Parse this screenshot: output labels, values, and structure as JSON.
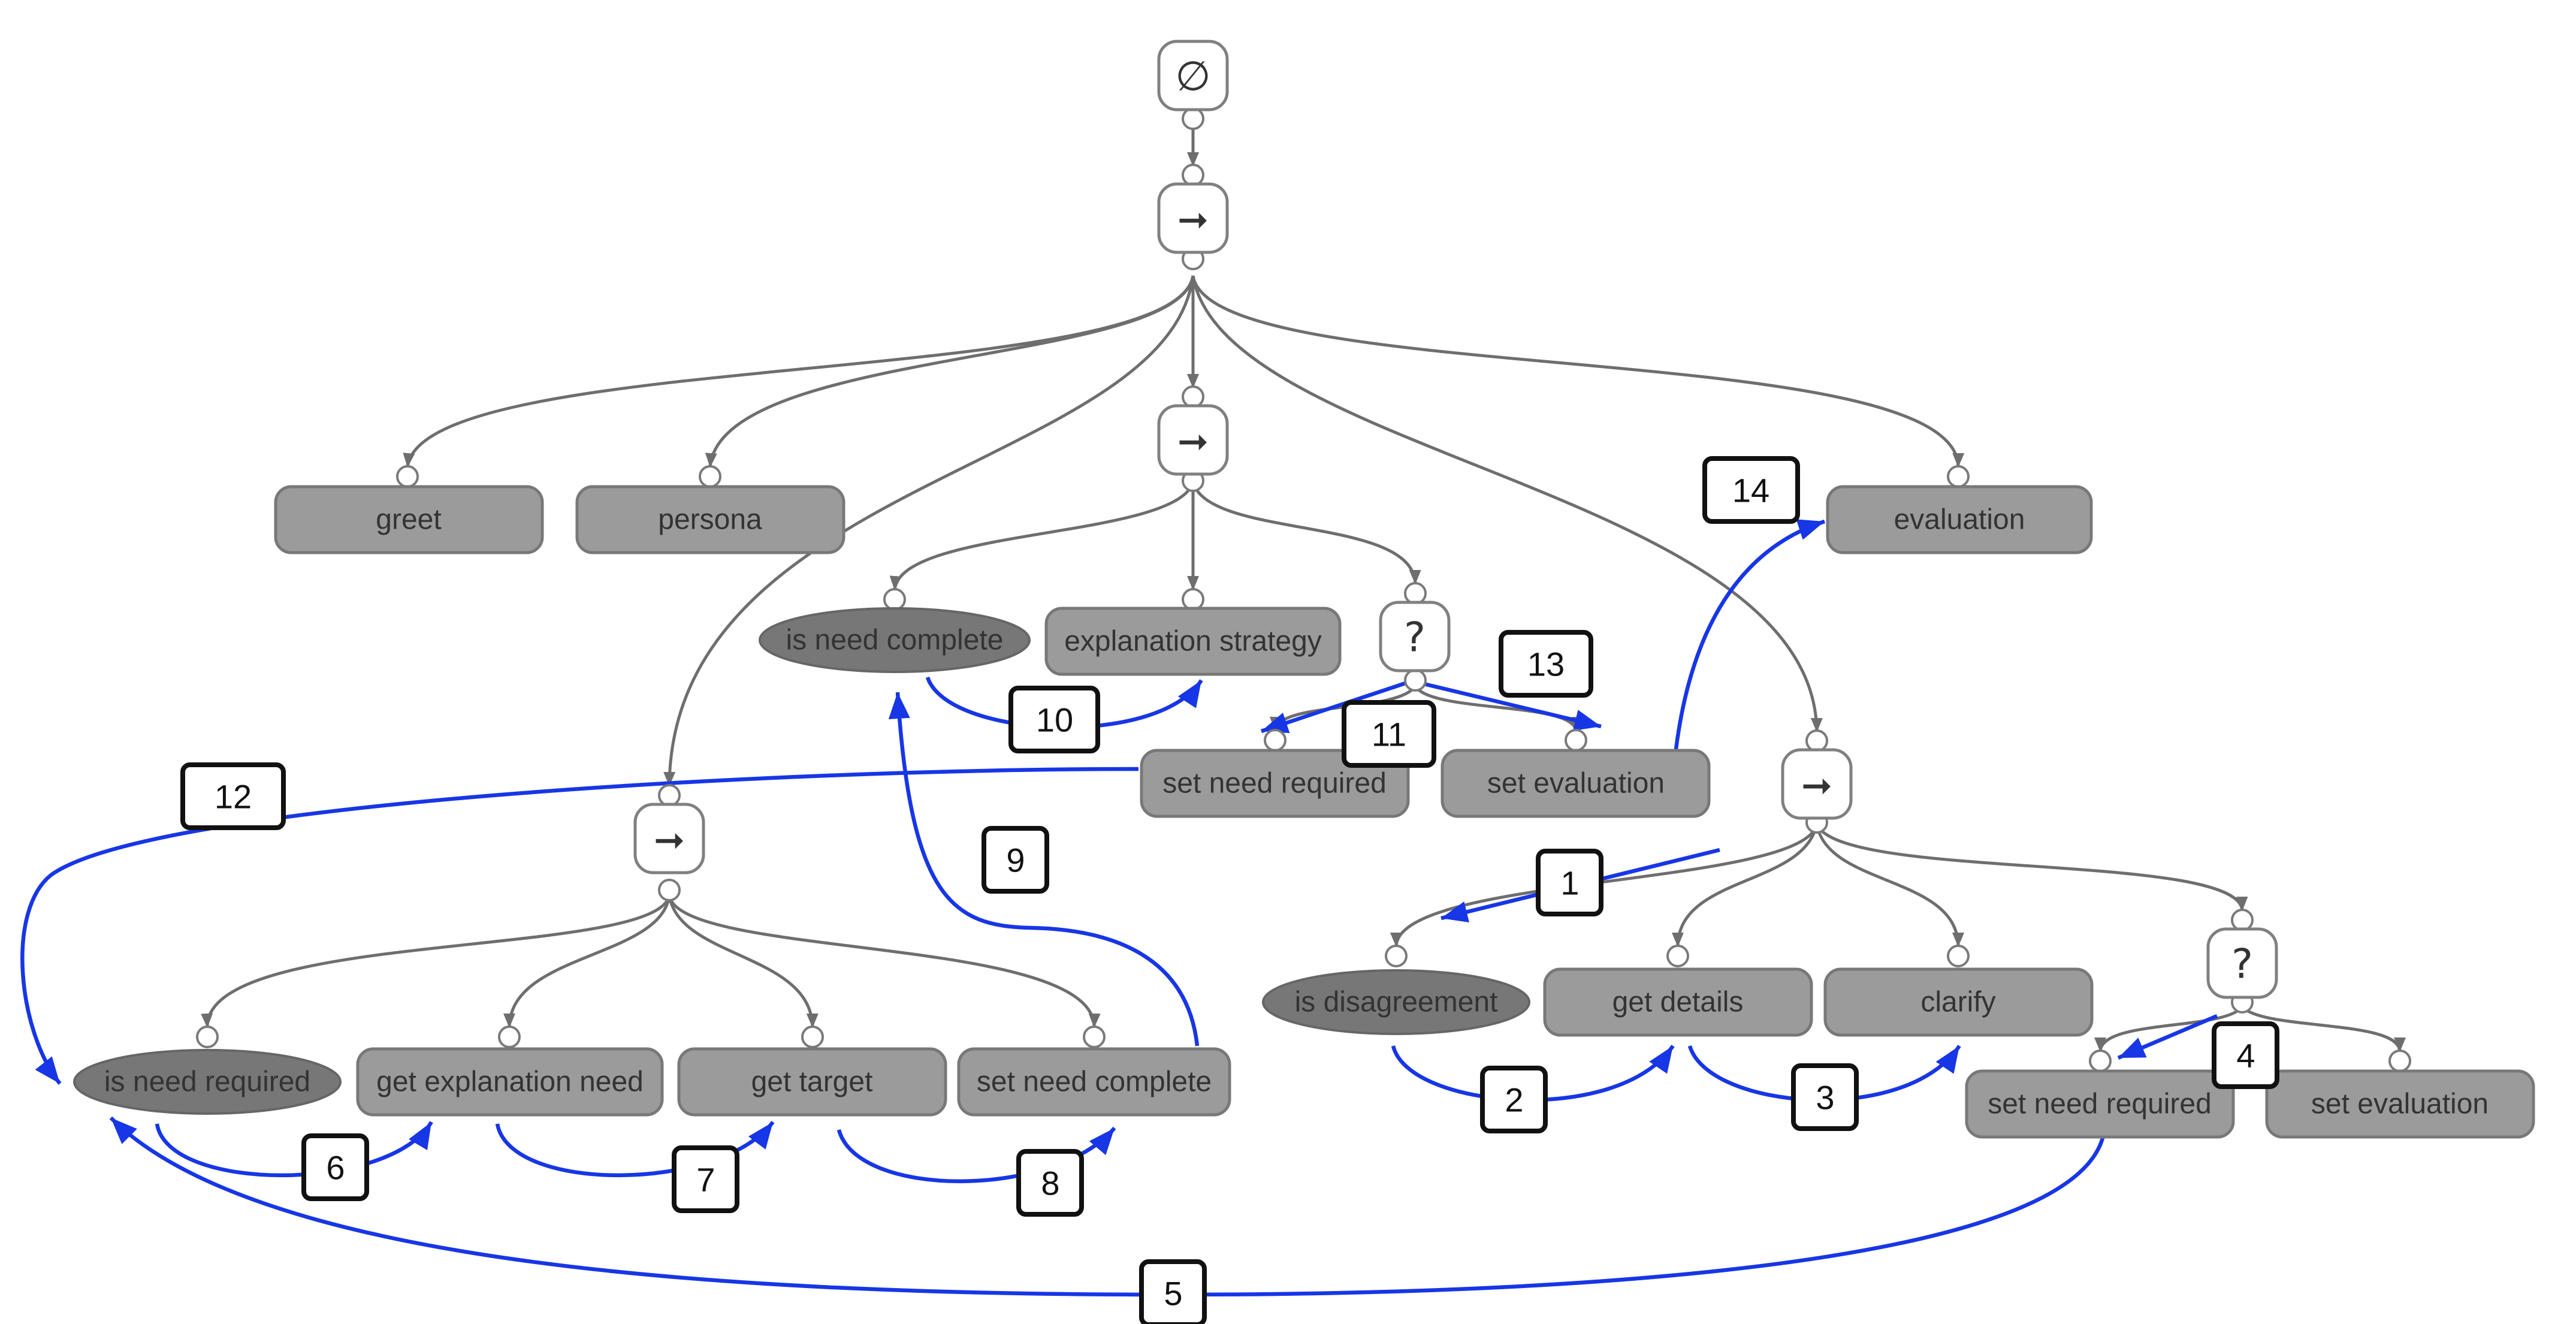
{
  "symbols": {
    "root": "∅",
    "sequence": "➞",
    "fallback": "?"
  },
  "nodes": {
    "greet": "greet",
    "persona": "persona",
    "evaluation": "evaluation",
    "is_need_complete": "is need complete",
    "explanation_strategy": "explanation strategy",
    "set_need_required_mid": "set need required",
    "set_evaluation_mid": "set evaluation",
    "is_need_required": "is need required",
    "get_explanation_need": "get explanation need",
    "get_target": "get target",
    "set_need_complete": "set need complete",
    "is_disagreement": "is disagreement",
    "get_details": "get details",
    "clarify": "clarify",
    "set_need_required_right": "set need required",
    "set_evaluation_right": "set evaluation"
  },
  "steps": [
    "1",
    "2",
    "3",
    "4",
    "5",
    "6",
    "7",
    "8",
    "9",
    "10",
    "11",
    "12",
    "13",
    "14"
  ],
  "colors": {
    "action_fill": "#9b9b9b",
    "condition_fill": "#777777",
    "tree_edge": "#6e6e6e",
    "execution_arrow": "#1736e6",
    "step_badge_border": "#111111"
  }
}
